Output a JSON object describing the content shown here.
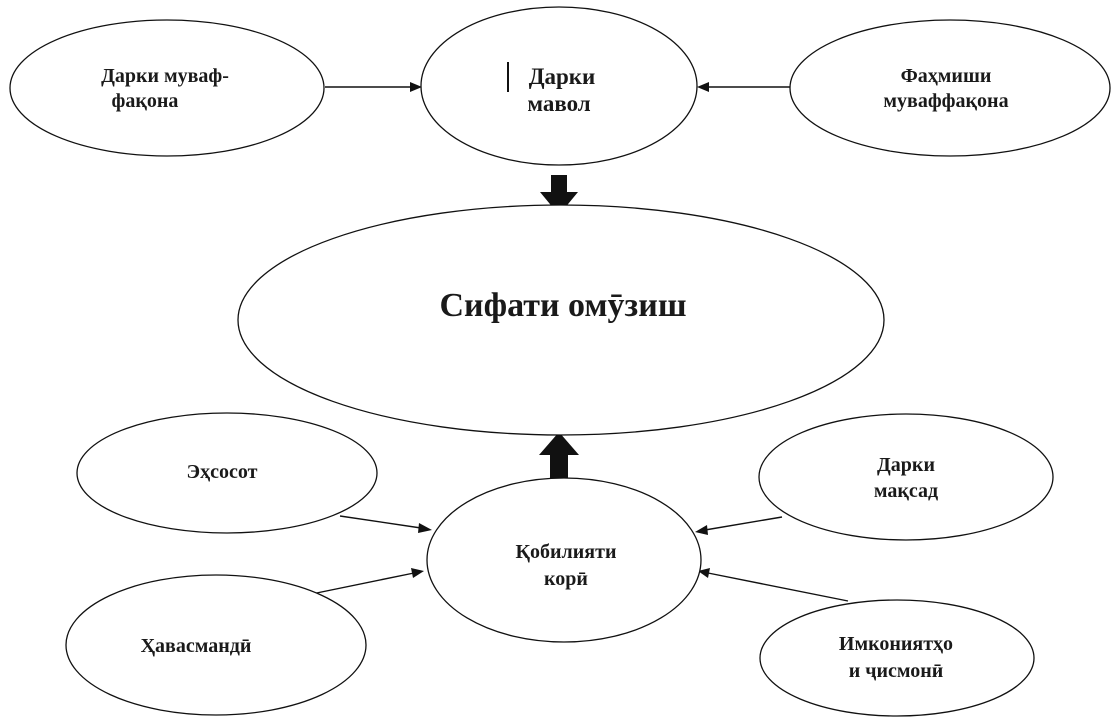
{
  "diagram": {
    "nodes": {
      "top_left": {
        "line1": "Дарки муваф-",
        "line2": "фақона"
      },
      "top_center": {
        "line1": "Дарки",
        "line2": "мавол"
      },
      "top_right": {
        "line1": "Фаҳмиши",
        "line2": "муваффақона"
      },
      "center": {
        "label": "Сифати омӯзиш"
      },
      "mid_left": {
        "label": "Эҳсосот"
      },
      "bottom_center": {
        "line1": "Қобилияти",
        "line2": "корӣ"
      },
      "mid_right": {
        "line1": "Дарки",
        "line2": "мақсад"
      },
      "bottom_left": {
        "label": "Ҳавасмандӣ"
      },
      "bottom_right": {
        "line1": "Имкониятҳо",
        "line2": "и ҷисмонӣ"
      }
    },
    "colors": {
      "stroke": "#111111",
      "text": "#1a1a1a",
      "background": "#ffffff"
    }
  }
}
